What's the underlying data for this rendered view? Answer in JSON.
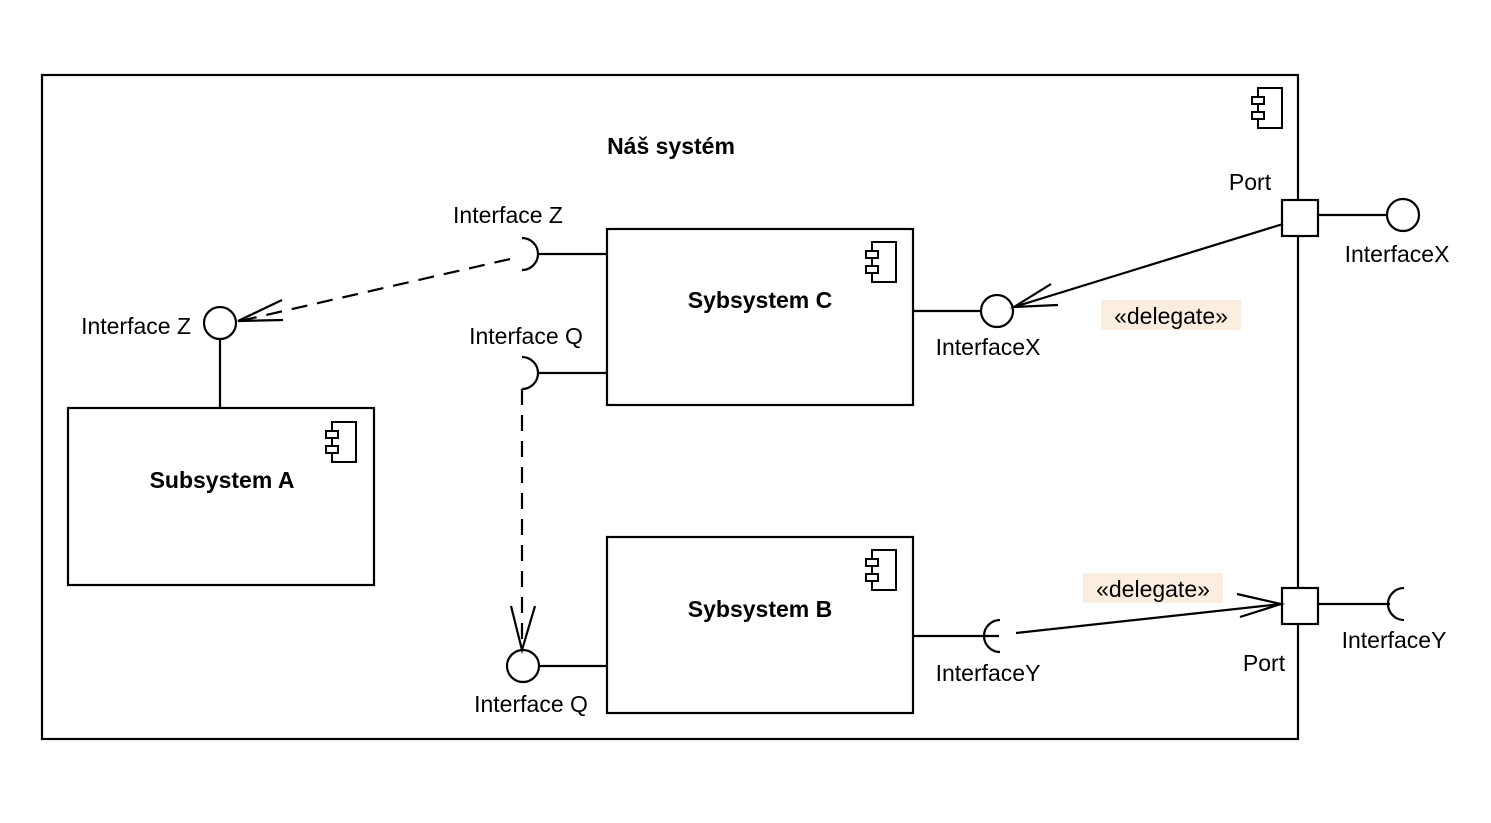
{
  "system": {
    "title": "Náš systém"
  },
  "components": {
    "a": {
      "name": "Subsystem A"
    },
    "c": {
      "name": "Sybsystem C"
    },
    "b": {
      "name": "Sybsystem B"
    }
  },
  "interfaces": {
    "z_required": "Interface Z",
    "z_provided": "Interface Z",
    "q_required": "Interface Q",
    "q_provided": "Interface Q",
    "x_inner": "InterfaceX",
    "x_outer": "InterfaceX",
    "y_inner": "InterfaceY",
    "y_outer": "InterfaceY"
  },
  "ports": {
    "top": "Port",
    "bottom": "Port"
  },
  "stereotypes": {
    "delegate_x": "«delegate»",
    "delegate_y": "«delegate»"
  },
  "colors": {
    "stroke": "#000000",
    "stereotype_bg": "#fbeee0"
  }
}
